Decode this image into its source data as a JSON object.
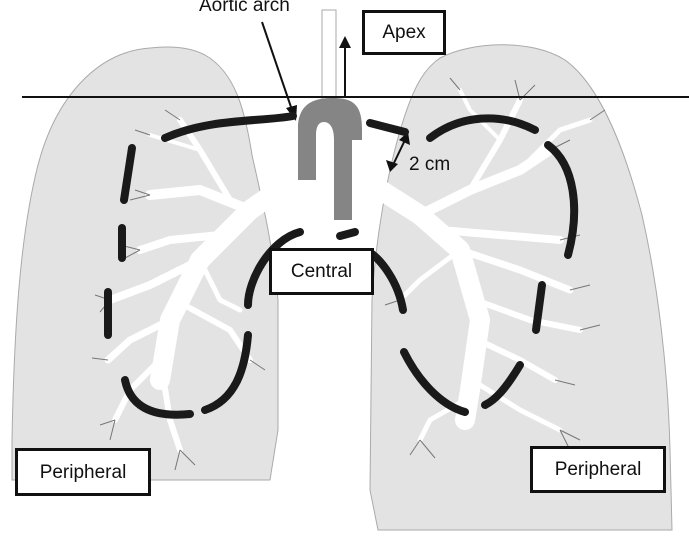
{
  "labels": {
    "aortic_arch": "Aortic arch",
    "apex": "Apex",
    "distance": "2 cm",
    "central": "Central",
    "peripheral_left": "Peripheral",
    "peripheral_right": "Peripheral"
  },
  "colors": {
    "lung_fill": "#e3e3e3",
    "airway_fill": "#ffffff",
    "aorta_fill": "#858585",
    "outline": "#111111",
    "dashed_boundary": "#1a1a1a"
  },
  "icons": {
    "apex_arrow": "up-arrow-icon",
    "distance_arrow": "double-arrow-icon"
  }
}
